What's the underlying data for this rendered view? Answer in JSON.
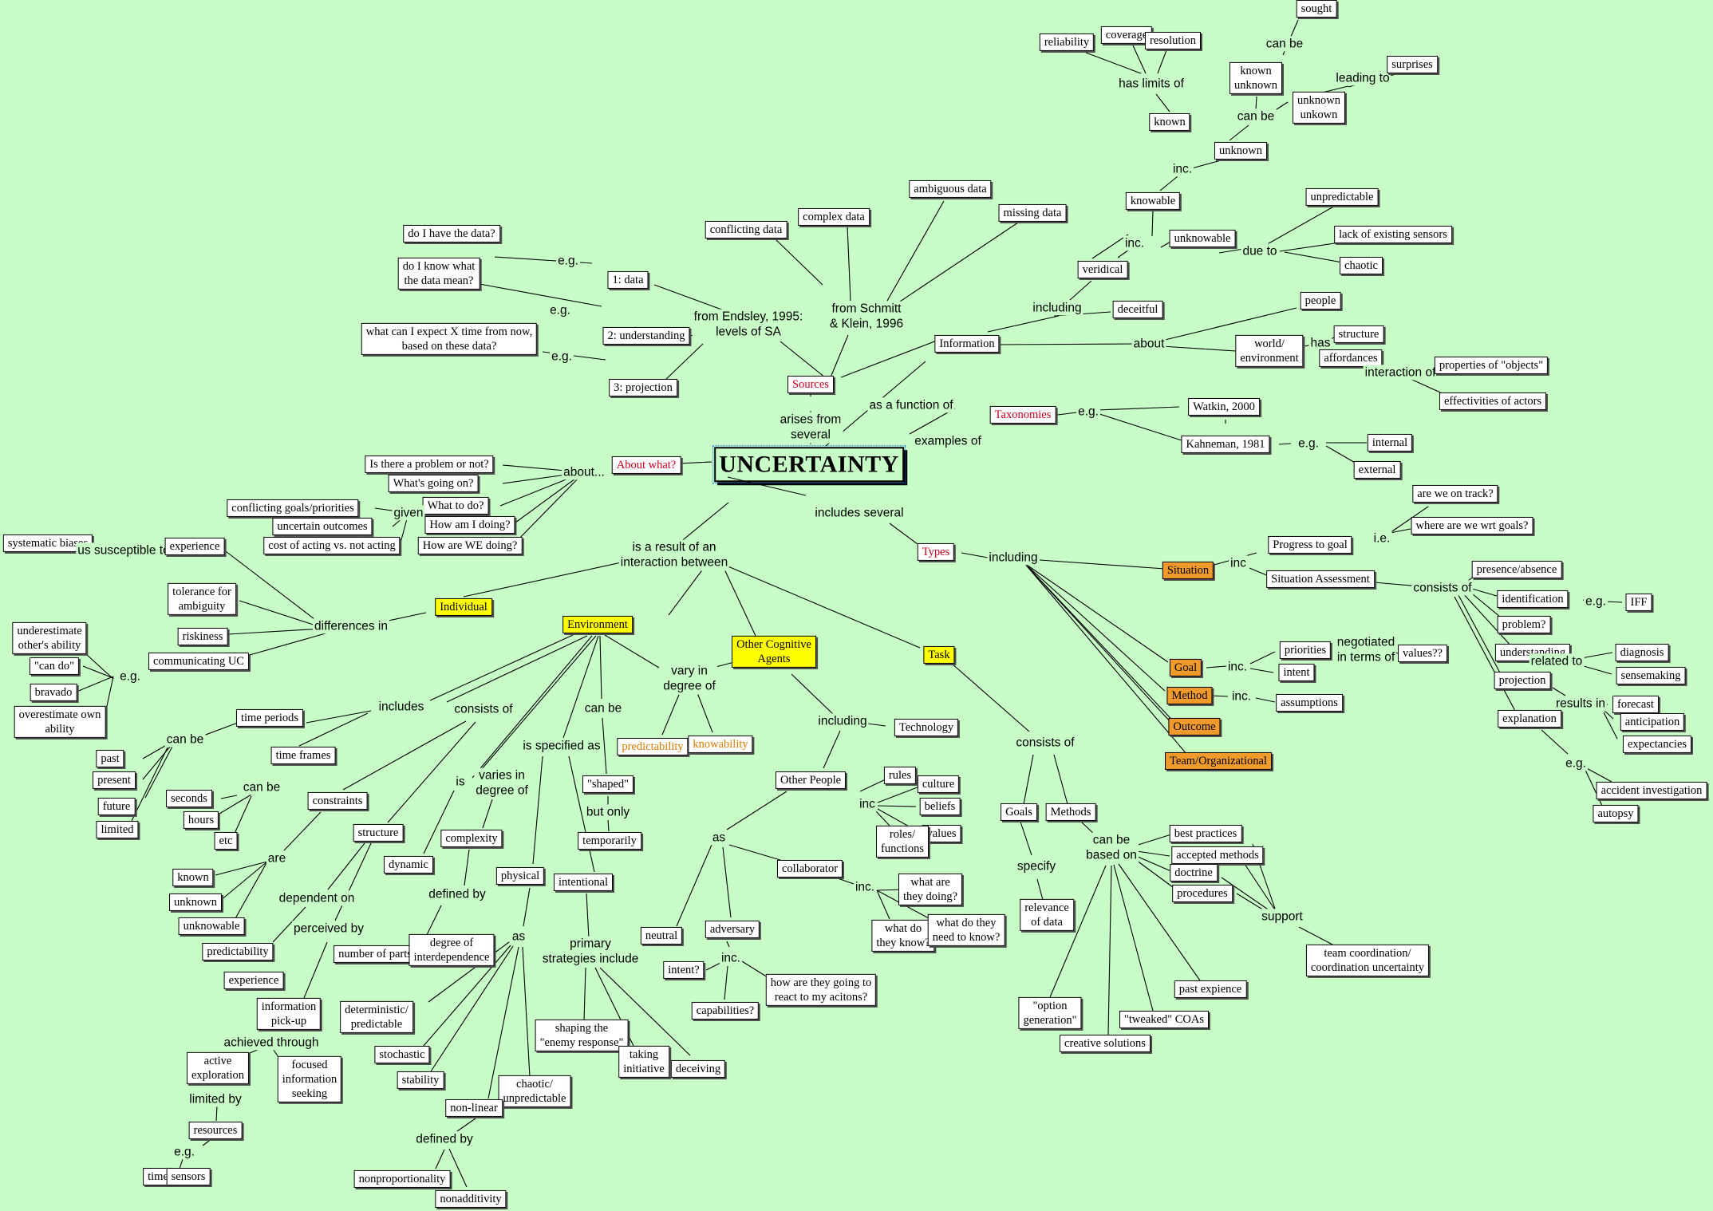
{
  "colors": {
    "background": "#c8fdc8",
    "node_fill": "#ffffff",
    "category_red": "#d2001e",
    "highlight_yellow": "#ffff00",
    "highlight_orange": "#f19a2c",
    "label_orange": "#e07a00"
  },
  "nodes": {
    "uncertainty": "UNCERTAINTY",
    "l_about": "about...",
    "about_what": "About what?",
    "q_problem": "Is there a problem or not?",
    "q_going": "What's going on?",
    "q_todo": "What to do?",
    "q_doing": "How am I doing?",
    "q_we": "How are WE doing?",
    "given": "given",
    "conflicting_goals": "conflicting goals/priorities",
    "uncertain_outcomes": "uncertain outcomes",
    "cost_acting": "cost of acting vs. not acting",
    "arises": "arises from\nseveral",
    "sources": "Sources",
    "endsley": "from Endsley, 1995:\nlevels of SA",
    "schmitt": "from Schmitt\n& Klein, 1996",
    "data1": "1: data",
    "data2": "2: understanding",
    "data3": "3: projection",
    "eg1": "e.g.",
    "eg2": "e.g.",
    "eg3": "e.g.",
    "q_have": "do I have the data?",
    "q_mean": "do I know what\nthe data mean?",
    "q_expect": "what can I expect X time from now,\nbased on these data?",
    "conflicting_data": "conflicting data",
    "complex_data": "complex data",
    "ambiguous_data": "ambiguous data",
    "missing_data": "missing data",
    "function_of": "as a function of",
    "information": "Information",
    "including_info": "including",
    "veridical": "veridical",
    "deceitful": "deceitful",
    "inc_v": "inc.",
    "knowable": "knowable",
    "unknowable": "unknowable",
    "due_to": "due to",
    "unpredictable": "unpredictable",
    "lack_sensors": "lack of existing sensors",
    "chaotic": "chaotic",
    "inc_k": "inc.",
    "known_top": "known",
    "unknown_top": "unknown",
    "has_limits": "has limits of",
    "reliability": "reliability",
    "coverage": "coverage",
    "resolution": "resolution",
    "can_be_known": "can be",
    "known_unknown": "known\nunknown",
    "unknown_unkown": "unknown\nunkown",
    "can_be_sought": "can be",
    "sought": "sought",
    "leading_to": "leading to",
    "surprises": "surprises",
    "about_info": "about",
    "people": "people",
    "world": "world/\nenvironment",
    "has": "has",
    "structure_w": "structure",
    "affordances": "affordances",
    "interaction_of": "interaction of",
    "props_objects": "properties of \"objects\"",
    "effectivities": "effectivities of actors",
    "examples_of": "examples of",
    "taxonomies": "Taxonomies",
    "eg_tax": "e.g.",
    "watkin": "Watkin, 2000",
    "kahneman": "Kahneman, 1981",
    "eg_kah": "e.g.",
    "internal": "internal",
    "external": "external",
    "includes_several": "includes several",
    "types": "Types",
    "including_types": "including",
    "situation": "Situation",
    "inc_sit": "inc",
    "progress": "Progress to goal",
    "ie": "i.e.",
    "on_track": "are we on track?",
    "wrt_goals": "where are we wrt goals?",
    "sit_assess": "Situation Assessment",
    "consists_of_sa": "consists of",
    "presence": "presence/absence",
    "identification": "identification",
    "eg_iff": "e.g.",
    "iff": "IFF",
    "problem": "problem?",
    "understanding_sa": "understanding",
    "related_to": "related to",
    "diagnosis": "diagnosis",
    "sensemaking": "sensemaking",
    "projection_sa": "projection",
    "results_in": "results in",
    "forecast": "forecast",
    "anticipation": "anticipation",
    "expectancies": "expectancies",
    "explanation": "explanation",
    "eg_exp": "e.g.",
    "accident": "accident investigation",
    "autopsy": "autopsy",
    "goal": "Goal",
    "inc_goal": "inc.",
    "priorities": "priorities",
    "intent_goal": "intent",
    "negotiated": "negotiated\nin terms of",
    "values": "values??",
    "method": "Method",
    "inc_method": "inc.",
    "assumptions": "assumptions",
    "outcome": "Outcome",
    "team_org": "Team/Organizational",
    "result_of": "is a result of an\ninteraction between",
    "individual": "Individual",
    "differences_in": "differences in",
    "systematic_biases": "systematic biases",
    "susceptible": "us susceptible to",
    "experience_ind": "experience",
    "tolerance": "tolerance for\nambiguity",
    "riskiness": "riskiness",
    "communicating": "communicating UC",
    "eg_ind": "e.g.",
    "underestimate": "underestimate\nother's ability",
    "can_do": "\"can do\"",
    "bravado": "bravado",
    "overestimate": "overestimate own\nability",
    "environment": "Environment",
    "includes_env": "includes",
    "time_periods": "time periods",
    "time_frames": "time frames",
    "can_be_tp": "can be",
    "past": "past",
    "present": "present",
    "future": "future",
    "limited": "limited",
    "can_be_tf": "can be",
    "seconds": "seconds",
    "hours": "hours",
    "etc": "etc",
    "consists_of_env": "consists of",
    "constraints": "constraints",
    "are": "are",
    "known_env": "known",
    "unknown_env": "unknown",
    "unknowable_env": "unknowable",
    "structure_env": "structure",
    "dependent_on": "dependent on",
    "predictability_env": "predictability",
    "perceived_by": "perceived by",
    "experience_env": "experience",
    "info_pickup": "information\npick-up",
    "achieved_through": "achieved through",
    "active_exploration": "active\nexploration",
    "focused": "focused\ninformation\nseeking",
    "limited_by": "limited by",
    "resources": "resources",
    "eg_res": "e.g.",
    "time_res": "time",
    "sensors": "sensors",
    "is_env": "is",
    "dynamic": "dynamic",
    "varies": "varies in\ndegree of",
    "complexity": "complexity",
    "defined_by_c": "defined by",
    "num_parts": "number of parts",
    "interdependence": "degree of\ninterdependence",
    "specified_as": "is specified as",
    "physical": "physical",
    "as_phys": "as",
    "deterministic": "deterministic/\npredictable",
    "stochastic": "stochastic",
    "stability": "stability",
    "chaotic_env": "chaotic/\nunpredictable",
    "nonlinear": "non-linear",
    "defined_by_nl": "defined by",
    "nonprop": "nonproportionality",
    "nonadd": "nonadditivity",
    "intentional": "intentional",
    "primary_strategies": "primary\nstrategies include",
    "shaping": "shaping the\n\"enemy response\"",
    "taking_initiative": "taking\ninitiative",
    "deceiving": "deceiving",
    "can_be_shaped": "can be",
    "shaped": "\"shaped\"",
    "but_only": "but only",
    "temporarily": "temporarily",
    "vary_in": "vary in\ndegree of",
    "predictability_ag": "predictability",
    "knowability": "knowability",
    "other_agents": "Other Cognitive\nAgents",
    "including_agents": "including",
    "technology": "Technology",
    "other_people": "Other People",
    "inc_op": "inc",
    "rules": "rules",
    "culture": "culture",
    "beliefs": "beliefs",
    "values_op": "values",
    "roles": "roles/\nfunctions",
    "as_op": "as",
    "neutral": "neutral",
    "adversary": "adversary",
    "inc_adv": "inc.",
    "intent_adv": "intent?",
    "capabilities": "capabilities?",
    "react": "how are they going to\nreact to my acitons?",
    "collaborator": "collaborator",
    "inc_col": "inc.",
    "what_doing": "what are\nthey doing?",
    "what_know": "what do\nthey know?",
    "need_know": "what do they\nneed to know?",
    "task": "Task",
    "consists_of_task": "consists of",
    "goals_task": "Goals",
    "methods_task": "Methods",
    "specify": "specify",
    "relevance": "relevance\nof data",
    "can_be_based": "can be\nbased on",
    "best_practices": "best practices",
    "accepted_methods": "accepted methods",
    "doctrine": "doctrine",
    "procedures": "procedures",
    "support": "support",
    "team_coord": "team coordination/\ncoordination uncertainty",
    "past_exp": "past expience",
    "tweaked": "\"tweaked\" COAs",
    "option_gen": "\"option\ngeneration\"",
    "creative": "creative solutions"
  }
}
